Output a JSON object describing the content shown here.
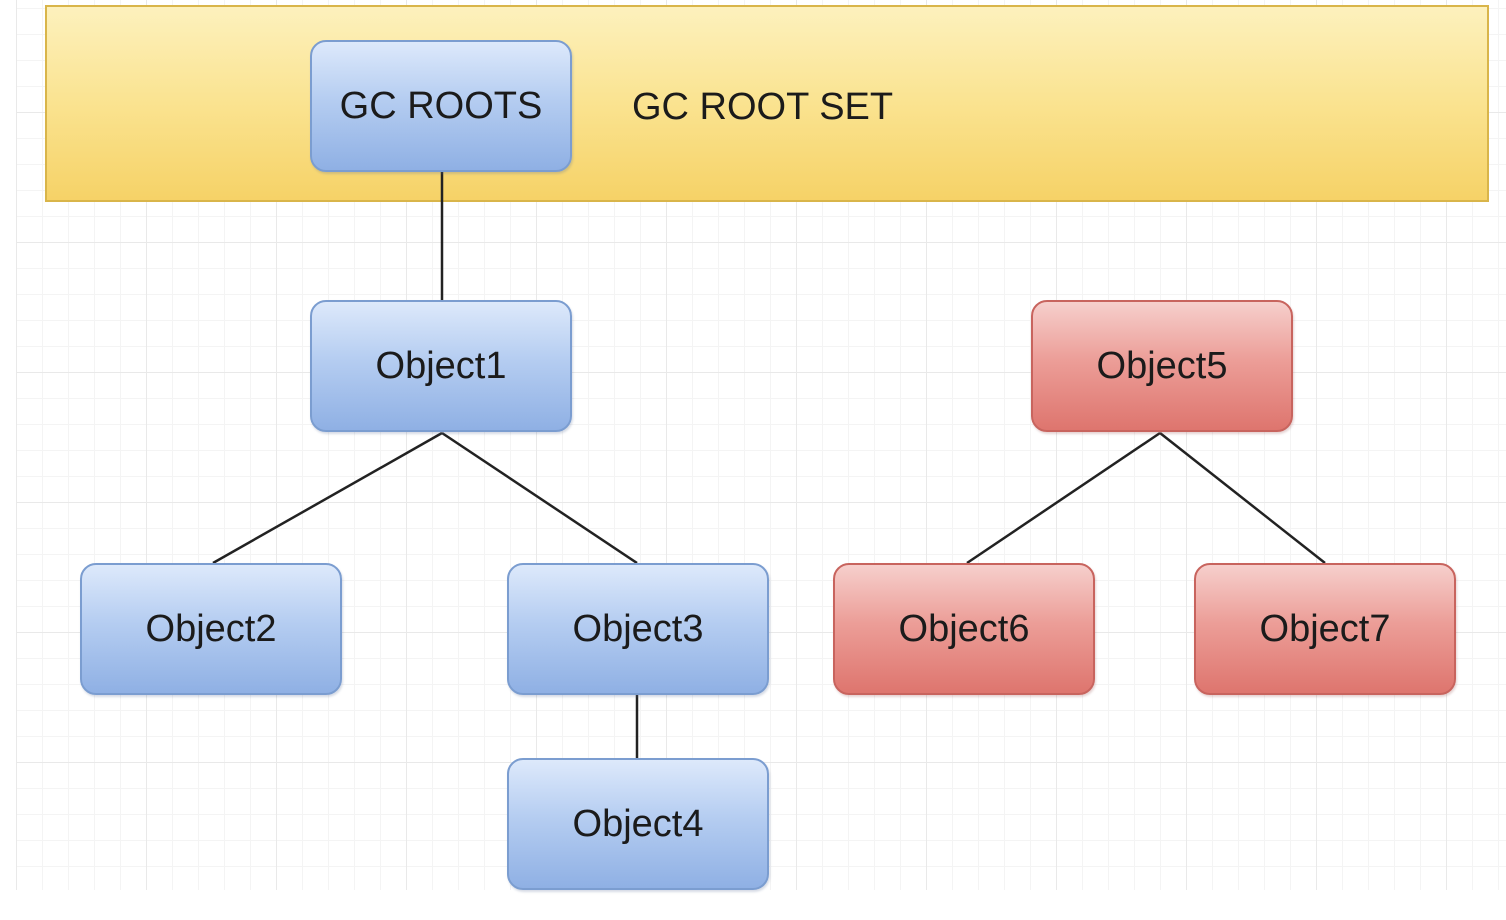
{
  "root_set": {
    "label": "GC ROOT SET",
    "fill_color": "#f8dc7a",
    "border_color": "#d9b54a"
  },
  "nodes": [
    {
      "id": "gc-roots",
      "label": "GC ROOTS",
      "color": "blue"
    },
    {
      "id": "object1",
      "label": "Object1",
      "color": "blue"
    },
    {
      "id": "object2",
      "label": "Object2",
      "color": "blue"
    },
    {
      "id": "object3",
      "label": "Object3",
      "color": "blue"
    },
    {
      "id": "object4",
      "label": "Object4",
      "color": "blue"
    },
    {
      "id": "object5",
      "label": "Object5",
      "color": "red"
    },
    {
      "id": "object6",
      "label": "Object6",
      "color": "red"
    },
    {
      "id": "object7",
      "label": "Object7",
      "color": "red"
    }
  ],
  "edges": [
    {
      "from": "gc-roots",
      "to": "object1"
    },
    {
      "from": "object1",
      "to": "object2"
    },
    {
      "from": "object1",
      "to": "object3"
    },
    {
      "from": "object3",
      "to": "object4"
    },
    {
      "from": "object5",
      "to": "object6"
    },
    {
      "from": "object5",
      "to": "object7"
    }
  ],
  "colors": {
    "reachable_node": "#a9c3ee",
    "unreachable_node": "#e88f89",
    "edge": "#222222"
  }
}
